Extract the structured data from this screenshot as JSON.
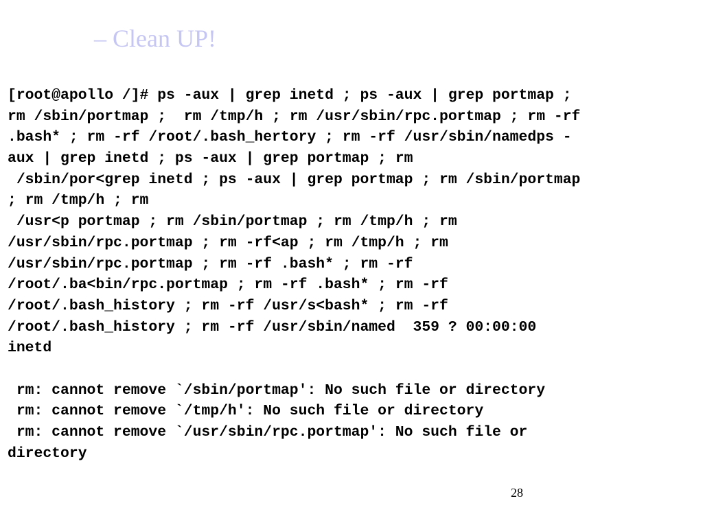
{
  "slide": {
    "title": "– Clean UP!",
    "page_number": "28"
  },
  "terminal": {
    "lines": [
      "[root@apollo /]# ps -aux | grep inetd ; ps -aux | grep portmap ;",
      "rm /sbin/portmap ;  rm /tmp/h ; rm /usr/sbin/rpc.portmap ; rm -rf",
      ".bash* ; rm -rf /root/.bash_hertory ; rm -rf /usr/sbin/namedps -",
      "aux | grep inetd ; ps -aux | grep portmap ; rm",
      " /sbin/por<grep inetd ; ps -aux | grep portmap ; rm /sbin/portmap",
      "; rm /tmp/h ; rm",
      " /usr<p portmap ; rm /sbin/portmap ; rm /tmp/h ; rm",
      "/usr/sbin/rpc.portmap ; rm -rf<ap ; rm /tmp/h ; rm",
      "/usr/sbin/rpc.portmap ; rm -rf .bash* ; rm -rf",
      "/root/.ba<bin/rpc.portmap ; rm -rf .bash* ; rm -rf",
      "/root/.bash_history ; rm -rf /usr/s<bash* ; rm -rf",
      "/root/.bash_history ; rm -rf /usr/sbin/named  359 ? 00:00:00",
      "inetd",
      "",
      " rm: cannot remove `/sbin/portmap': No such file or directory",
      " rm: cannot remove `/tmp/h': No such file or directory",
      " rm: cannot remove `/usr/sbin/rpc.portmap': No such file or",
      "directory"
    ]
  }
}
